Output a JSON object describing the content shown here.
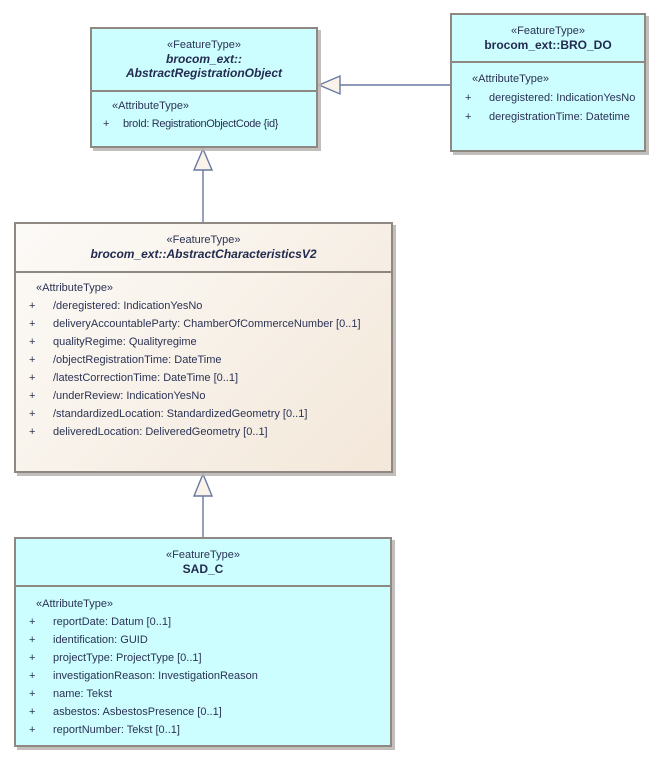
{
  "diagram": {
    "type": "uml-class-diagram",
    "colors": {
      "concrete_fill": "#ccfeff",
      "abstract_fill_start": "#fcfaf7",
      "abstract_fill_end": "#f3e7d9",
      "box_border": "#8f8781",
      "text": "#2b3254",
      "connector": "#6878a0",
      "arrowhead_fill": "#faf3ea",
      "shadow": "#b7b3b0",
      "background": "#ffffff"
    },
    "classes": [
      {
        "stereotype": "«FeatureType»",
        "name_lines": [
          "brocom_ext::",
          "AbstractRegistrationObject"
        ],
        "abstract": true,
        "attr_header": "«AttributeType»",
        "attributes": [
          {
            "vis": "+",
            "text": "broId: RegistrationObjectCode {id}"
          }
        ]
      },
      {
        "stereotype": "«FeatureType»",
        "name": "brocom_ext::BRO_DO",
        "abstract": false,
        "attr_header": "«AttributeType»",
        "attributes": [
          {
            "vis": "+",
            "text": "deregistered: IndicationYesNo"
          },
          {
            "vis": "+",
            "text": "deregistrationTime: Datetime"
          }
        ]
      },
      {
        "stereotype": "«FeatureType»",
        "name": "brocom_ext::AbstractCharacteristicsV2",
        "abstract": true,
        "attr_header": "«AttributeType»",
        "attributes": [
          {
            "vis": "+",
            "text": "/deregistered: IndicationYesNo"
          },
          {
            "vis": "+",
            "text": "deliveryAccountableParty: ChamberOfCommerceNumber [0..1]"
          },
          {
            "vis": "+",
            "text": "qualityRegime: Qualityregime"
          },
          {
            "vis": "+",
            "text": "/objectRegistrationTime: DateTime"
          },
          {
            "vis": "+",
            "text": "/latestCorrectionTime: DateTime [0..1]"
          },
          {
            "vis": "+",
            "text": "/underReview: IndicationYesNo"
          },
          {
            "vis": "+",
            "text": "/standardizedLocation: StandardizedGeometry [0..1]"
          },
          {
            "vis": "+",
            "text": "deliveredLocation: DeliveredGeometry [0..1]"
          }
        ]
      },
      {
        "stereotype": "«FeatureType»",
        "name": "SAD_C",
        "abstract": false,
        "attr_header": "«AttributeType»",
        "attributes": [
          {
            "vis": "+",
            "text": "reportDate: Datum [0..1]"
          },
          {
            "vis": "+",
            "text": "identification: GUID"
          },
          {
            "vis": "+",
            "text": "projectType: ProjectType [0..1]"
          },
          {
            "vis": "+",
            "text": "investigationReason: InvestigationReason"
          },
          {
            "vis": "+",
            "text": "name: Tekst"
          },
          {
            "vis": "+",
            "text": "asbestos: AsbestosPresence [0..1]"
          },
          {
            "vis": "+",
            "text": "reportNumber: Tekst [0..1]"
          }
        ]
      }
    ],
    "connectors": [
      {
        "kind": "generalization",
        "from": "brocom_ext::AbstractCharacteristicsV2",
        "to": "brocom_ext::AbstractRegistrationObject"
      },
      {
        "kind": "generalization",
        "from": "SAD_C",
        "to": "brocom_ext::AbstractCharacteristicsV2"
      },
      {
        "kind": "generalization",
        "from": "brocom_ext::BRO_DO",
        "to": "brocom_ext::AbstractRegistrationObject"
      }
    ]
  }
}
